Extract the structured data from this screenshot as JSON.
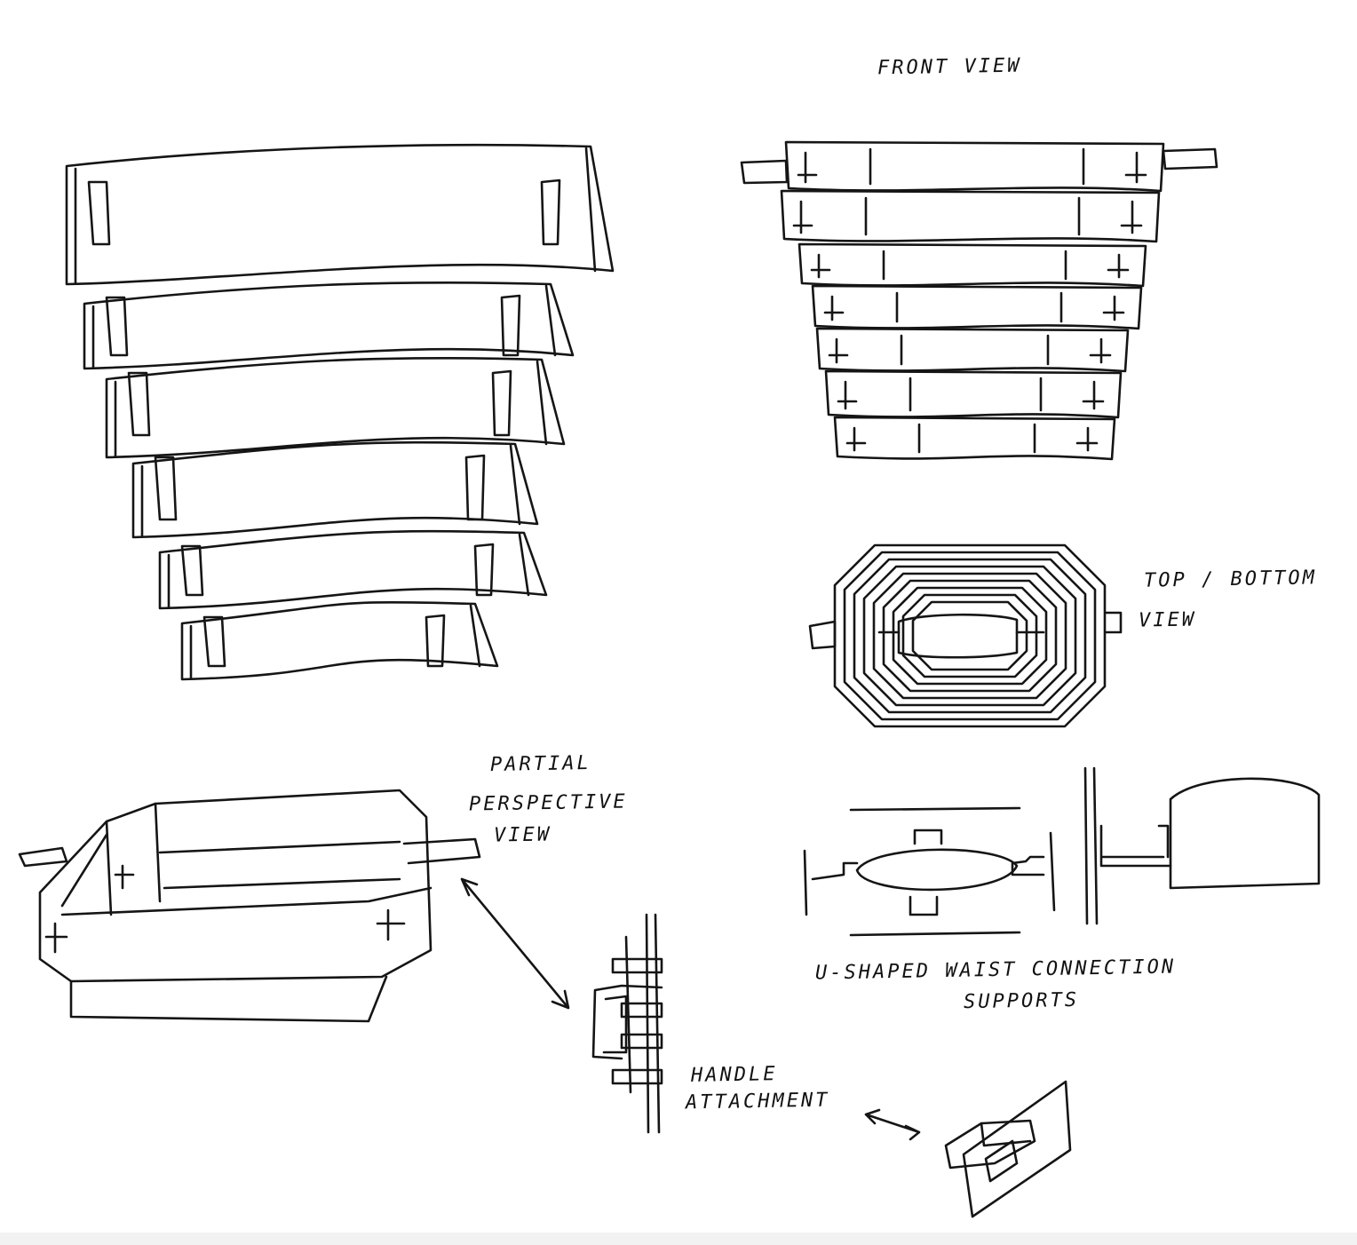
{
  "labels": {
    "front_view": "FRONT VIEW",
    "top_bottom_view_line1": "TOP / BOTTOM",
    "top_bottom_view_line2": "VIEW",
    "partial_perspective_line1": "PARTIAL",
    "partial_perspective_line2": "PERSPECTIVE",
    "partial_perspective_line3": "VIEW",
    "waist_connection_line1": "U-SHAPED WAIST CONNECTION",
    "waist_connection_line2": "SUPPORTS",
    "handle_attachment_line1": "HANDLE",
    "handle_attachment_line2": "ATTACHMENT"
  },
  "colors": {
    "ink": "#151515",
    "paper": "#ffffff"
  }
}
